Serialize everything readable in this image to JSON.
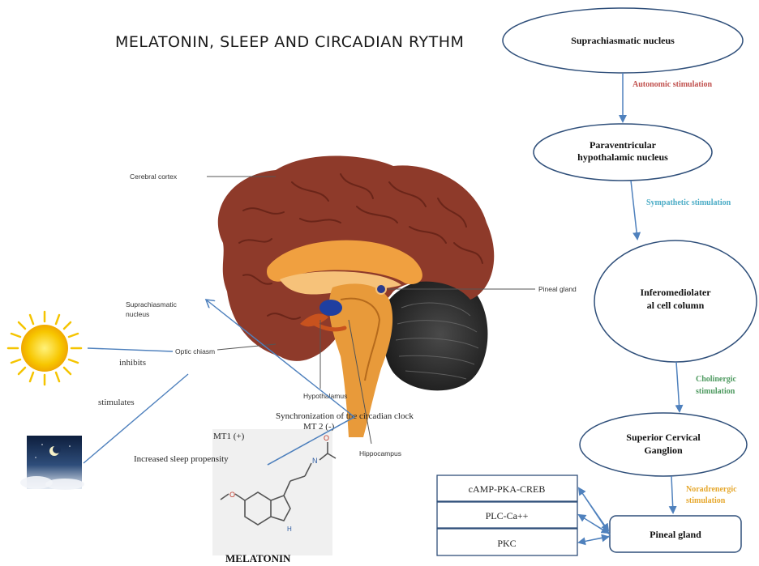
{
  "title": "MELATONIN, SLEEP AND CIRCADIAN RYTHM",
  "pathway": {
    "nodes": [
      {
        "id": "scn",
        "label": "Suprachiasmatic nucleus"
      },
      {
        "id": "pvn",
        "label_line1": "Paraventricular",
        "label_line2": "hypothalamic nucleus"
      },
      {
        "id": "iml",
        "label_line1": "Inferomediolater",
        "label_line2": "al cell column"
      },
      {
        "id": "scg",
        "label_line1": "Superior Cervical",
        "label_line2": "Ganglion"
      },
      {
        "id": "pineal",
        "label": "Pineal gland"
      }
    ],
    "edges": [
      {
        "label": "Autonomic stimulation",
        "color": "#c0504d"
      },
      {
        "label": "Sympathetic stimulation",
        "color": "#4bacc6"
      },
      {
        "label_line1": "Cholinergic",
        "label_line2": "stimulation",
        "color": "#4e9a60"
      },
      {
        "label_line1": "Noradrenergic",
        "label_line2": "stimulation",
        "color": "#e6a82e"
      }
    ],
    "outputs": [
      "cAMP-PKA-CREB",
      "PLC-Ca++",
      "PKC"
    ]
  },
  "brain_labels": {
    "cerebral_cortex": "Cerebral cortex",
    "scn_line1": "Suprachiasmatic",
    "scn_line2": "nucleus",
    "optic_chiasm": "Optic chiasm",
    "pineal_gland": "Pineal gland",
    "hypothalamus": "Hypothalamus",
    "hippocampus": "Hippocampus"
  },
  "effects": {
    "inhibits": "inhibits",
    "stimulates": "stimulates",
    "sync_line1": "Synchronization of the circadian clock",
    "sync_line2": "MT 2 (-)",
    "mt1": "MT1 (+)",
    "sleep": "Increased sleep propensity"
  },
  "molecule": {
    "name": "MELATONIN",
    "atoms": [
      "O",
      "N",
      "H",
      "O"
    ]
  },
  "colors": {
    "ellipse_stroke": "#2f4f7a",
    "arrow": "#4f81bd",
    "brain_cortex": "#8e3a2a",
    "sun": "#f5c400"
  }
}
